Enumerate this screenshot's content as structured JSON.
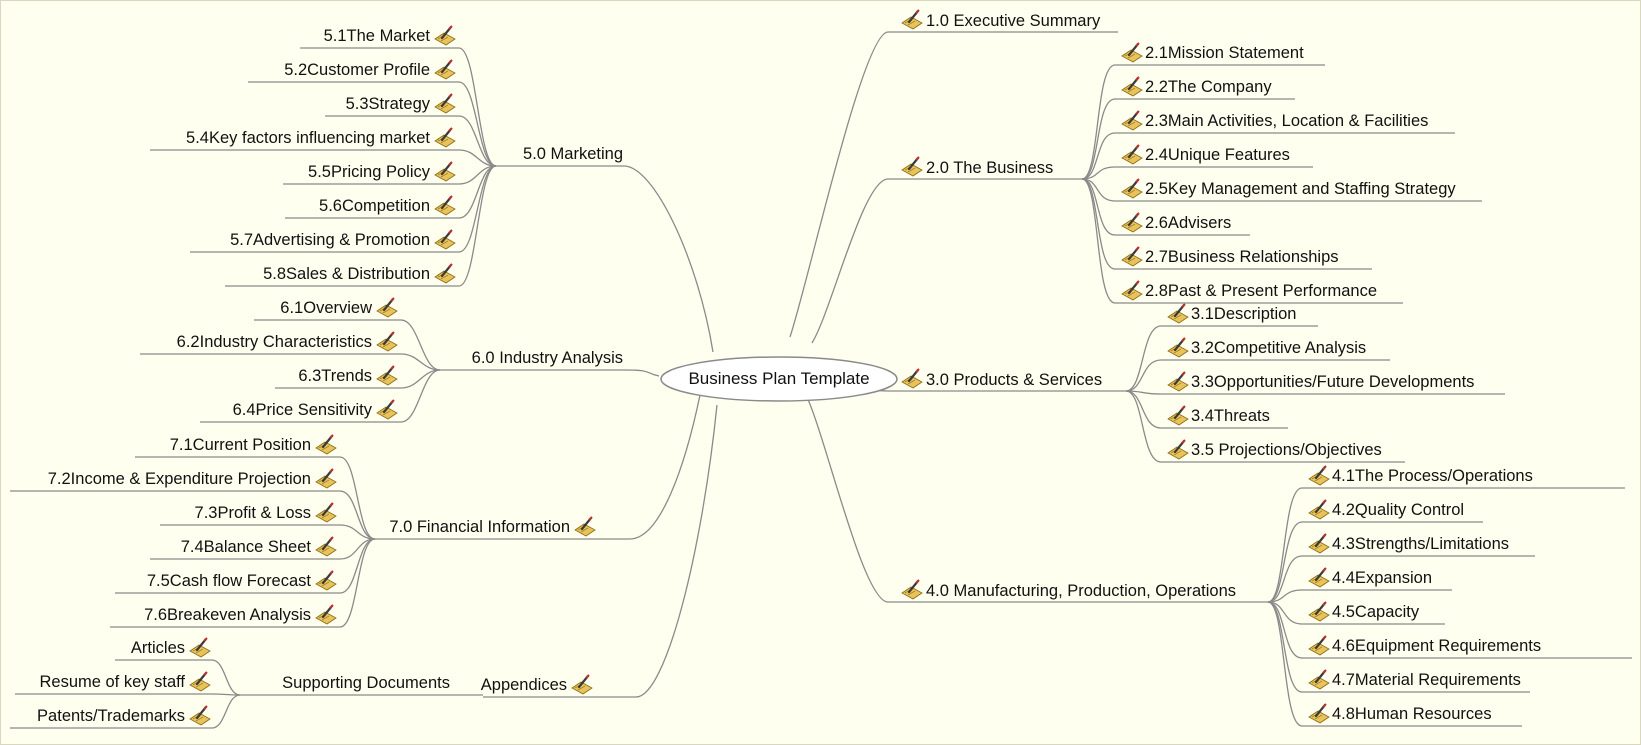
{
  "center": "Business Plan Template",
  "icon": "document-edit-icon",
  "colors": {
    "background": "#fffff0",
    "line": "#8a8a8a",
    "icon_paper": "#e8c25a",
    "icon_pen": "#3a3a3a"
  },
  "right_branches": [
    {
      "id": "b1",
      "label": "1.0   Executive Summary",
      "children": []
    },
    {
      "id": "b2",
      "label": "2.0   The Business",
      "children": [
        "2.1Mission Statement",
        "2.2The Company",
        "2.3Main Activities, Location & Facilities",
        "2.4Unique Features",
        "2.5Key Management and Staffing Strategy",
        "2.6Advisers",
        "2.7Business Relationships",
        "2.8Past & Present Performance"
      ]
    },
    {
      "id": "b3",
      "label": "3.0   Products & Services",
      "children": [
        "3.1Description",
        "3.2Competitive Analysis",
        "3.3Opportunities/Future Developments",
        "3.4Threats",
        "3.5 Projections/Objectives"
      ]
    },
    {
      "id": "b4",
      "label": "4.0   Manufacturing, Production, Operations",
      "children": [
        "4.1The Process/Operations",
        "4.2Quality Control",
        "4.3Strengths/Limitations",
        "4.4Expansion",
        "4.5Capacity",
        "4.6Equipment Requirements",
        "4.7Material Requirements",
        "4.8Human Resources"
      ]
    }
  ],
  "left_branches": [
    {
      "id": "b5",
      "label": "5.0   Marketing",
      "children": [
        "5.1The Market",
        "5.2Customer Profile",
        "5.3Strategy",
        "5.4Key factors influencing market",
        "5.5Pricing Policy",
        "5.6Competition",
        "5.7Advertising & Promotion",
        "5.8Sales & Distribution"
      ]
    },
    {
      "id": "b6",
      "label": "6.0   Industry Analysis",
      "children": [
        "6.1Overview",
        "6.2Industry Characteristics",
        "6.3Trends",
        "6.4Price Sensitivity"
      ]
    },
    {
      "id": "b7",
      "label": "7.0   Financial Information",
      "children": [
        "7.1Current Position",
        "7.2Income & Expenditure Projection",
        "7.3Profit & Loss",
        "7.4Balance Sheet",
        "7.5Cash flow Forecast",
        "7.6Breakeven Analysis"
      ]
    },
    {
      "id": "b8",
      "label": "Appendices",
      "children": []
    }
  ],
  "appendices_sub": {
    "label": "Supporting Documents",
    "children": [
      "Articles",
      "Resume of key staff",
      "Patents/Trademarks"
    ]
  }
}
